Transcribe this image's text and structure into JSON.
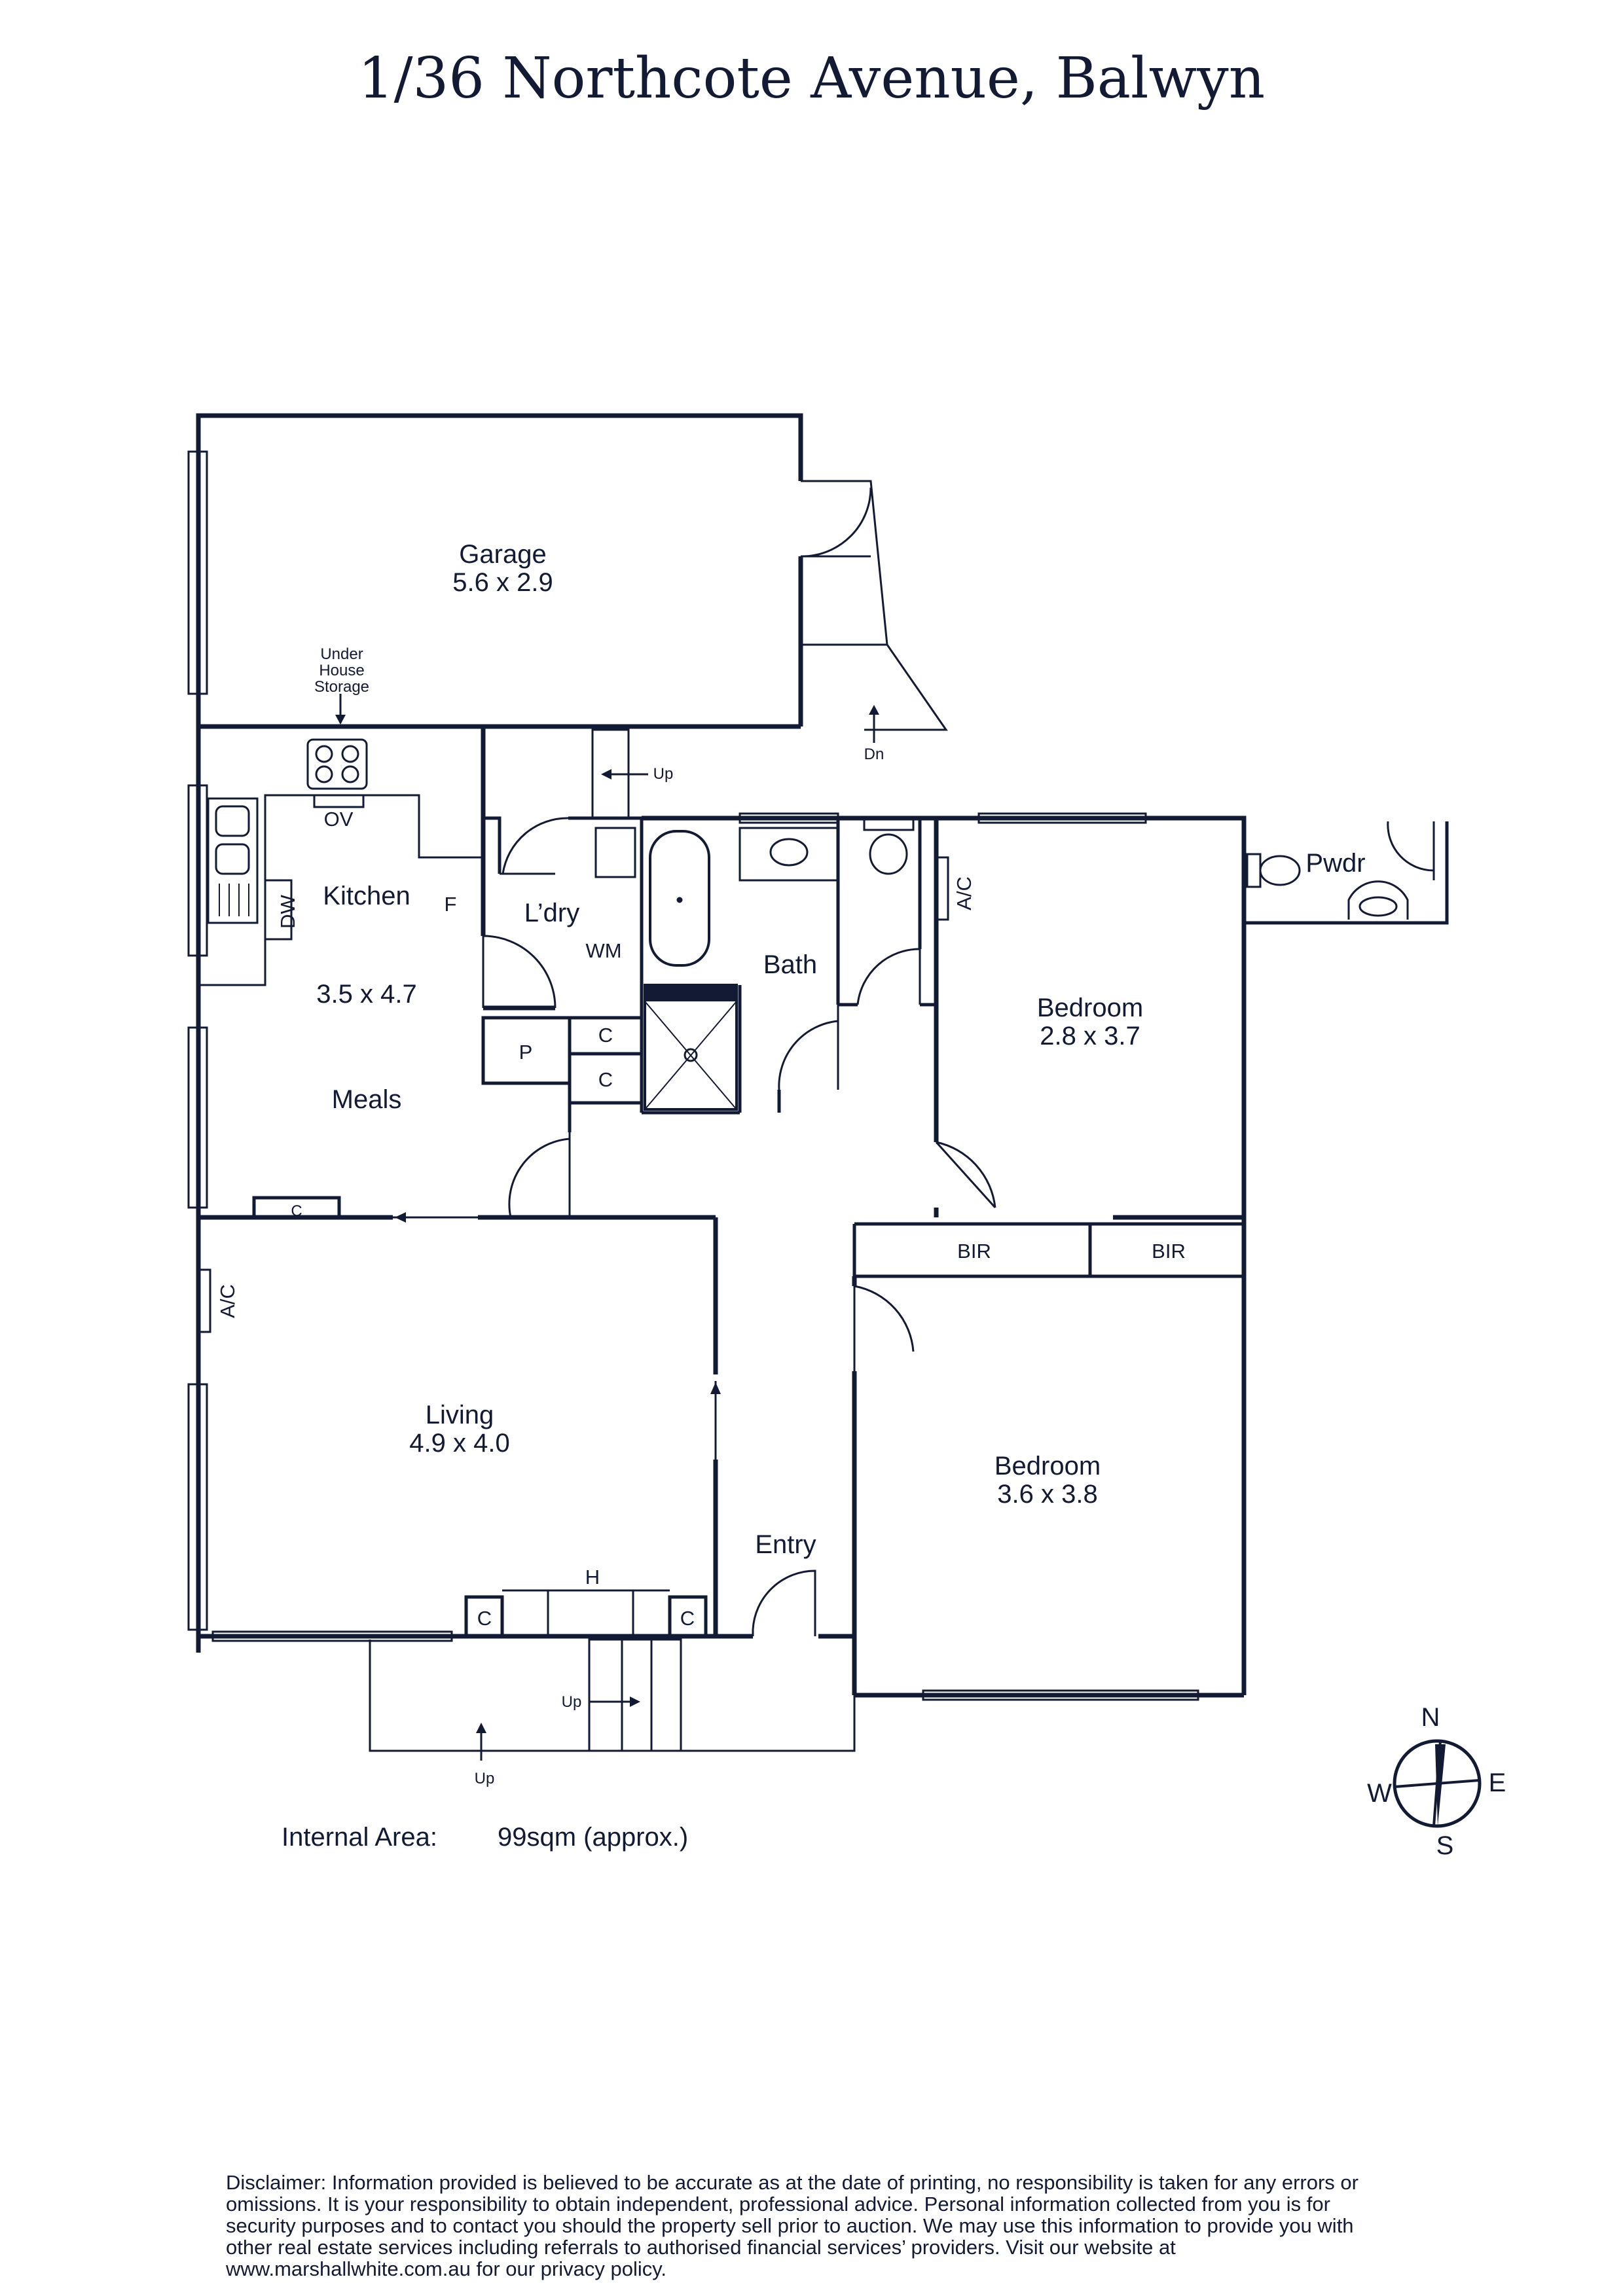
{
  "title": "1/36 Northcote Avenue, Balwyn",
  "rooms": {
    "garage": {
      "name": "Garage",
      "size": "5.6 x 2.9"
    },
    "kitchen": {
      "name": "Kitchen",
      "size": "3.5 x 4.7"
    },
    "meals": {
      "name": "Meals"
    },
    "laundry": {
      "name": "L’dry"
    },
    "bath": {
      "name": "Bath"
    },
    "bedroom1": {
      "name": "Bedroom",
      "size": "2.8 x 3.7"
    },
    "bedroom2": {
      "name": "Bedroom",
      "size": "3.6 x 3.8"
    },
    "living": {
      "name": "Living",
      "size": "4.9 x 4.0"
    },
    "entry": {
      "name": "Entry"
    },
    "powder": {
      "name": "Pwdr"
    }
  },
  "fixtures": {
    "under_house_storage": [
      "Under",
      "House",
      "Storage"
    ],
    "oven": "OV",
    "dishwasher": "DW",
    "fridge": "F",
    "washing_machine": "WM",
    "pantry": "P",
    "cupboard": "C",
    "air_conditioner": "A/C",
    "built_in_robe": "BIR",
    "heater": "H",
    "stairs_up": "Up",
    "stairs_down": "Dn"
  },
  "compass": {
    "n": "N",
    "e": "E",
    "s": "S",
    "w": "W"
  },
  "internal_area": {
    "label": "Internal Area:",
    "value": "99sqm (approx.)"
  },
  "disclaimer": "Disclaimer: Information provided is believed to be accurate as at the date of printing, no responsibility is taken for any errors or omissions. It is your responsibility to obtain independent, professional advice. Personal information collected from you is for security purposes and to contact you should the property sell prior to auction. We may use this information to provide you with other real estate services including referrals to authorised financial services’ providers. Visit our website at www.marshallwhite.com.au for our privacy policy.",
  "colors": {
    "ink": "#131a33",
    "background": "#ffffff"
  }
}
